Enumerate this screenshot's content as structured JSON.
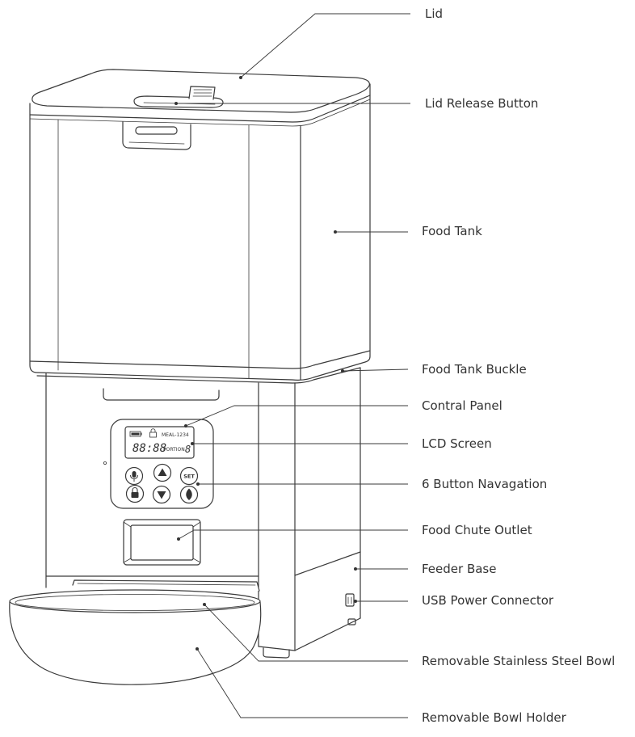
{
  "labels": [
    {
      "id": "lid",
      "text": "Lid"
    },
    {
      "id": "lid-release-button",
      "text": "Lid Release Button"
    },
    {
      "id": "food-tank",
      "text": "Food Tank"
    },
    {
      "id": "food-tank-buckle",
      "text": "Food Tank Buckle"
    },
    {
      "id": "control-panel",
      "text": "Contral Panel"
    },
    {
      "id": "lcd-screen",
      "text": "LCD Screen"
    },
    {
      "id": "button-navigation",
      "text": "6 Button Navagation"
    },
    {
      "id": "food-chute-outlet",
      "text": "Food Chute Outlet"
    },
    {
      "id": "feeder-base",
      "text": "Feeder Base"
    },
    {
      "id": "usb-power-connector",
      "text": "USB Power Connector"
    },
    {
      "id": "stainless-steel-bowl",
      "text": "Removable Stainless Steel Bowl"
    },
    {
      "id": "bowl-holder",
      "text": "Removable Bowl Holder"
    }
  ],
  "lcd": {
    "battery_icon": "battery-icon",
    "lock_icon": "lock-icon",
    "meal": "MEAL-1234",
    "time": "88:88",
    "portion_label": "PORTION",
    "portion_value": "8"
  },
  "buttons": [
    {
      "icon": "microphone-icon"
    },
    {
      "icon": "up-arrow-icon"
    },
    {
      "label": "SET"
    },
    {
      "icon": "lock-icon"
    },
    {
      "icon": "down-arrow-icon"
    },
    {
      "icon": "food-icon"
    }
  ],
  "colors": {
    "line": "#3a3a3a",
    "text": "#333333",
    "background": "#ffffff"
  }
}
